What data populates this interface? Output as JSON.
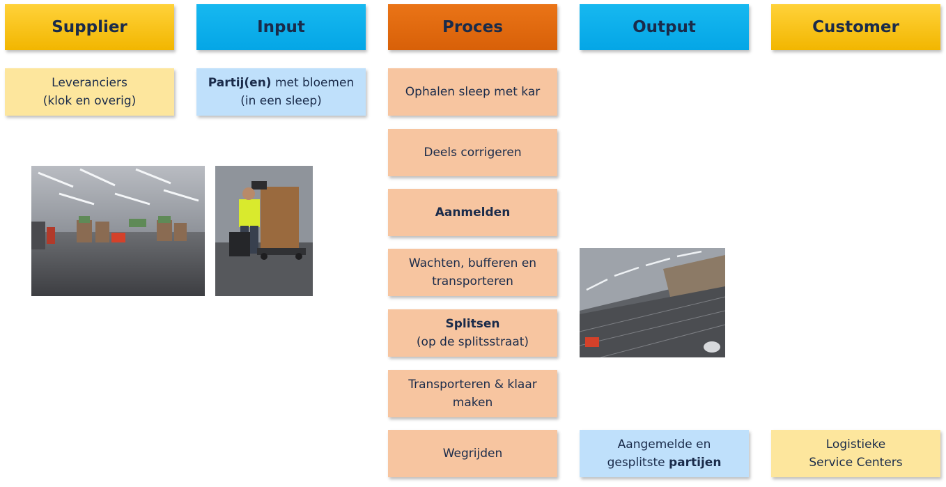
{
  "headers": {
    "supplier": "Supplier",
    "input": "Input",
    "proces": "Proces",
    "output": "Output",
    "customer": "Customer"
  },
  "supplier_card": {
    "line1": "Leveranciers",
    "line2": "(klok en overig)"
  },
  "input_card": {
    "bold": "Partij(en)",
    "rest": " met bloemen",
    "line2": "(in een sleep)"
  },
  "process_steps": {
    "s1": "Ophalen sleep met kar",
    "s2": "Deels corrigeren",
    "s3": "Aanmelden",
    "s4_l1": "Wachten, bufferen en",
    "s4_l2": "transporteren",
    "s5_l1": "Splitsen",
    "s5_l2": "(op de splitsstraat)",
    "s6_l1": "Transporteren & klaar",
    "s6_l2": "maken",
    "s7": "Wegrijden"
  },
  "output_card": {
    "line1": "Aangemelde en",
    "line2_plain": "gesplitste ",
    "line2_bold": "partijen"
  },
  "customer_card": {
    "line1": "Logistieke",
    "line2": "Service Centers"
  },
  "colors": {
    "header_yellow": "#f2b600",
    "header_blue": "#04a6e6",
    "header_orange": "#d86008",
    "card_yellow": "#fde69d",
    "card_blue": "#bfe0fb",
    "card_peach": "#f7c5a0",
    "text": "#1a2b4a"
  }
}
